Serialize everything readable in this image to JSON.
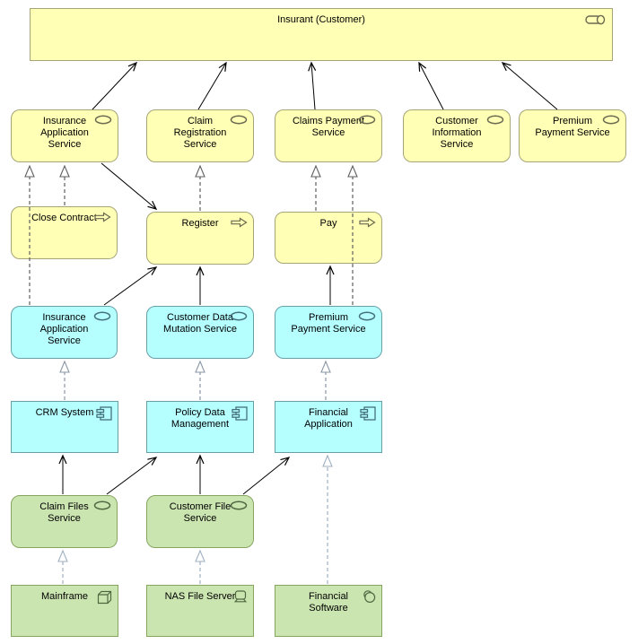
{
  "diagram": {
    "kind": "ArchiMate layered view",
    "layers": [
      "business",
      "application",
      "technology"
    ]
  },
  "colors": {
    "business_fill": "#ffffb5",
    "business_border": "#a5a578",
    "application_fill": "#b5ffff",
    "application_border": "#68a0a8",
    "technology_fill": "#cbe5b1",
    "technology_border": "#86a55f",
    "serving_line": "#000000",
    "realization_business": "#5f5f5f",
    "realization_application": "#8b97a5",
    "realization_technology": "#9fb1c1"
  },
  "nodes": {
    "insurant": {
      "label": "Insurant (Customer)",
      "type": "business-role"
    },
    "insurance_application_service": {
      "label": "Insurance Application Service",
      "type": "business-service"
    },
    "claim_registration_service": {
      "label": "Claim Registration Service",
      "type": "business-service"
    },
    "claims_payment_service": {
      "label": "Claims Payment Service",
      "type": "business-service"
    },
    "customer_information_service": {
      "label": "Customer Information Service",
      "type": "business-service"
    },
    "premium_payment_service": {
      "label": "Premium Payment Service",
      "type": "business-service"
    },
    "close_contract": {
      "label": "Close Contract",
      "type": "business-process"
    },
    "register": {
      "label": "Register",
      "type": "business-process"
    },
    "pay": {
      "label": "Pay",
      "type": "business-process"
    },
    "app_insurance_application_service": {
      "label": "Insurance Application Service",
      "type": "application-service"
    },
    "customer_data_mutation_service": {
      "label": "Customer Data Mutation Service",
      "type": "application-service"
    },
    "app_premium_payment_service": {
      "label": "Premium Payment Service",
      "type": "application-service"
    },
    "crm_system": {
      "label": "CRM System",
      "type": "application-component"
    },
    "policy_data_management": {
      "label": "Policy Data Management",
      "type": "application-component"
    },
    "financial_application": {
      "label": "Financial Application",
      "type": "application-component"
    },
    "claim_files_service": {
      "label": "Claim Files Service",
      "type": "technology-service"
    },
    "customer_file_service": {
      "label": "Customer File Service",
      "type": "technology-service"
    },
    "mainframe": {
      "label": "Mainframe",
      "type": "node"
    },
    "nas_file_server": {
      "label": "NAS File Server",
      "type": "device"
    },
    "financial_software": {
      "label": "Financial Software",
      "type": "system-software"
    }
  }
}
